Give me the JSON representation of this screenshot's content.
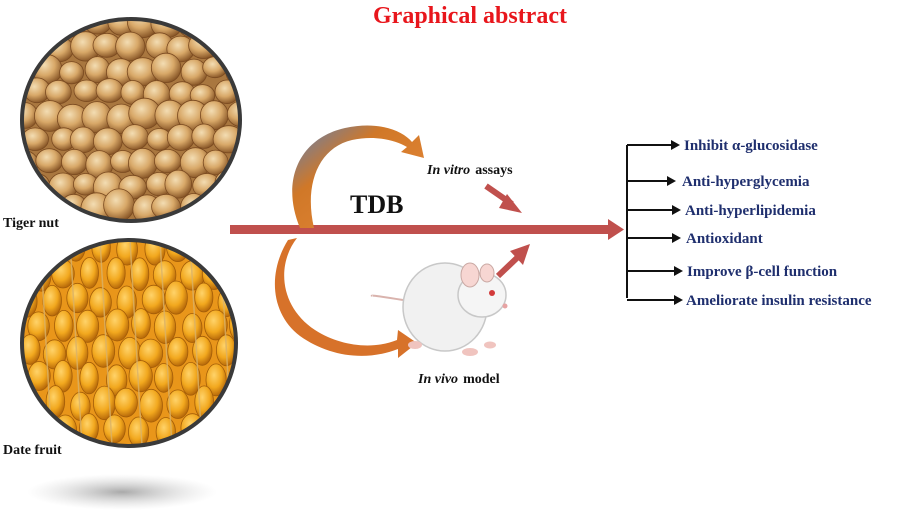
{
  "title": "Graphical abstract",
  "inputs": [
    {
      "name": "tiger-nut",
      "label": "Tiger nut"
    },
    {
      "name": "date-fruit",
      "label": "Date fruit"
    }
  ],
  "center": {
    "label": "TDB"
  },
  "methods": {
    "in_vitro": {
      "italic": "In vitro",
      "rest": "assays"
    },
    "in_vivo": {
      "italic": "In vivo",
      "rest": "model"
    }
  },
  "effects": [
    "Inhibit α-glucosidase",
    "Anti-hyperglycemia",
    "Anti-hyperlipidemia",
    "Antioxidant",
    "Improve β-cell function",
    "Ameliorate insulin resistance"
  ],
  "colors": {
    "title": "#e8161c",
    "main_arrow": "#c0504d",
    "curved_arrow": "#e07a2c",
    "effect_text": "#1f2f6e"
  },
  "icons": [
    "tiger-nut-photo",
    "date-fruit-photo",
    "rat-illustration"
  ]
}
